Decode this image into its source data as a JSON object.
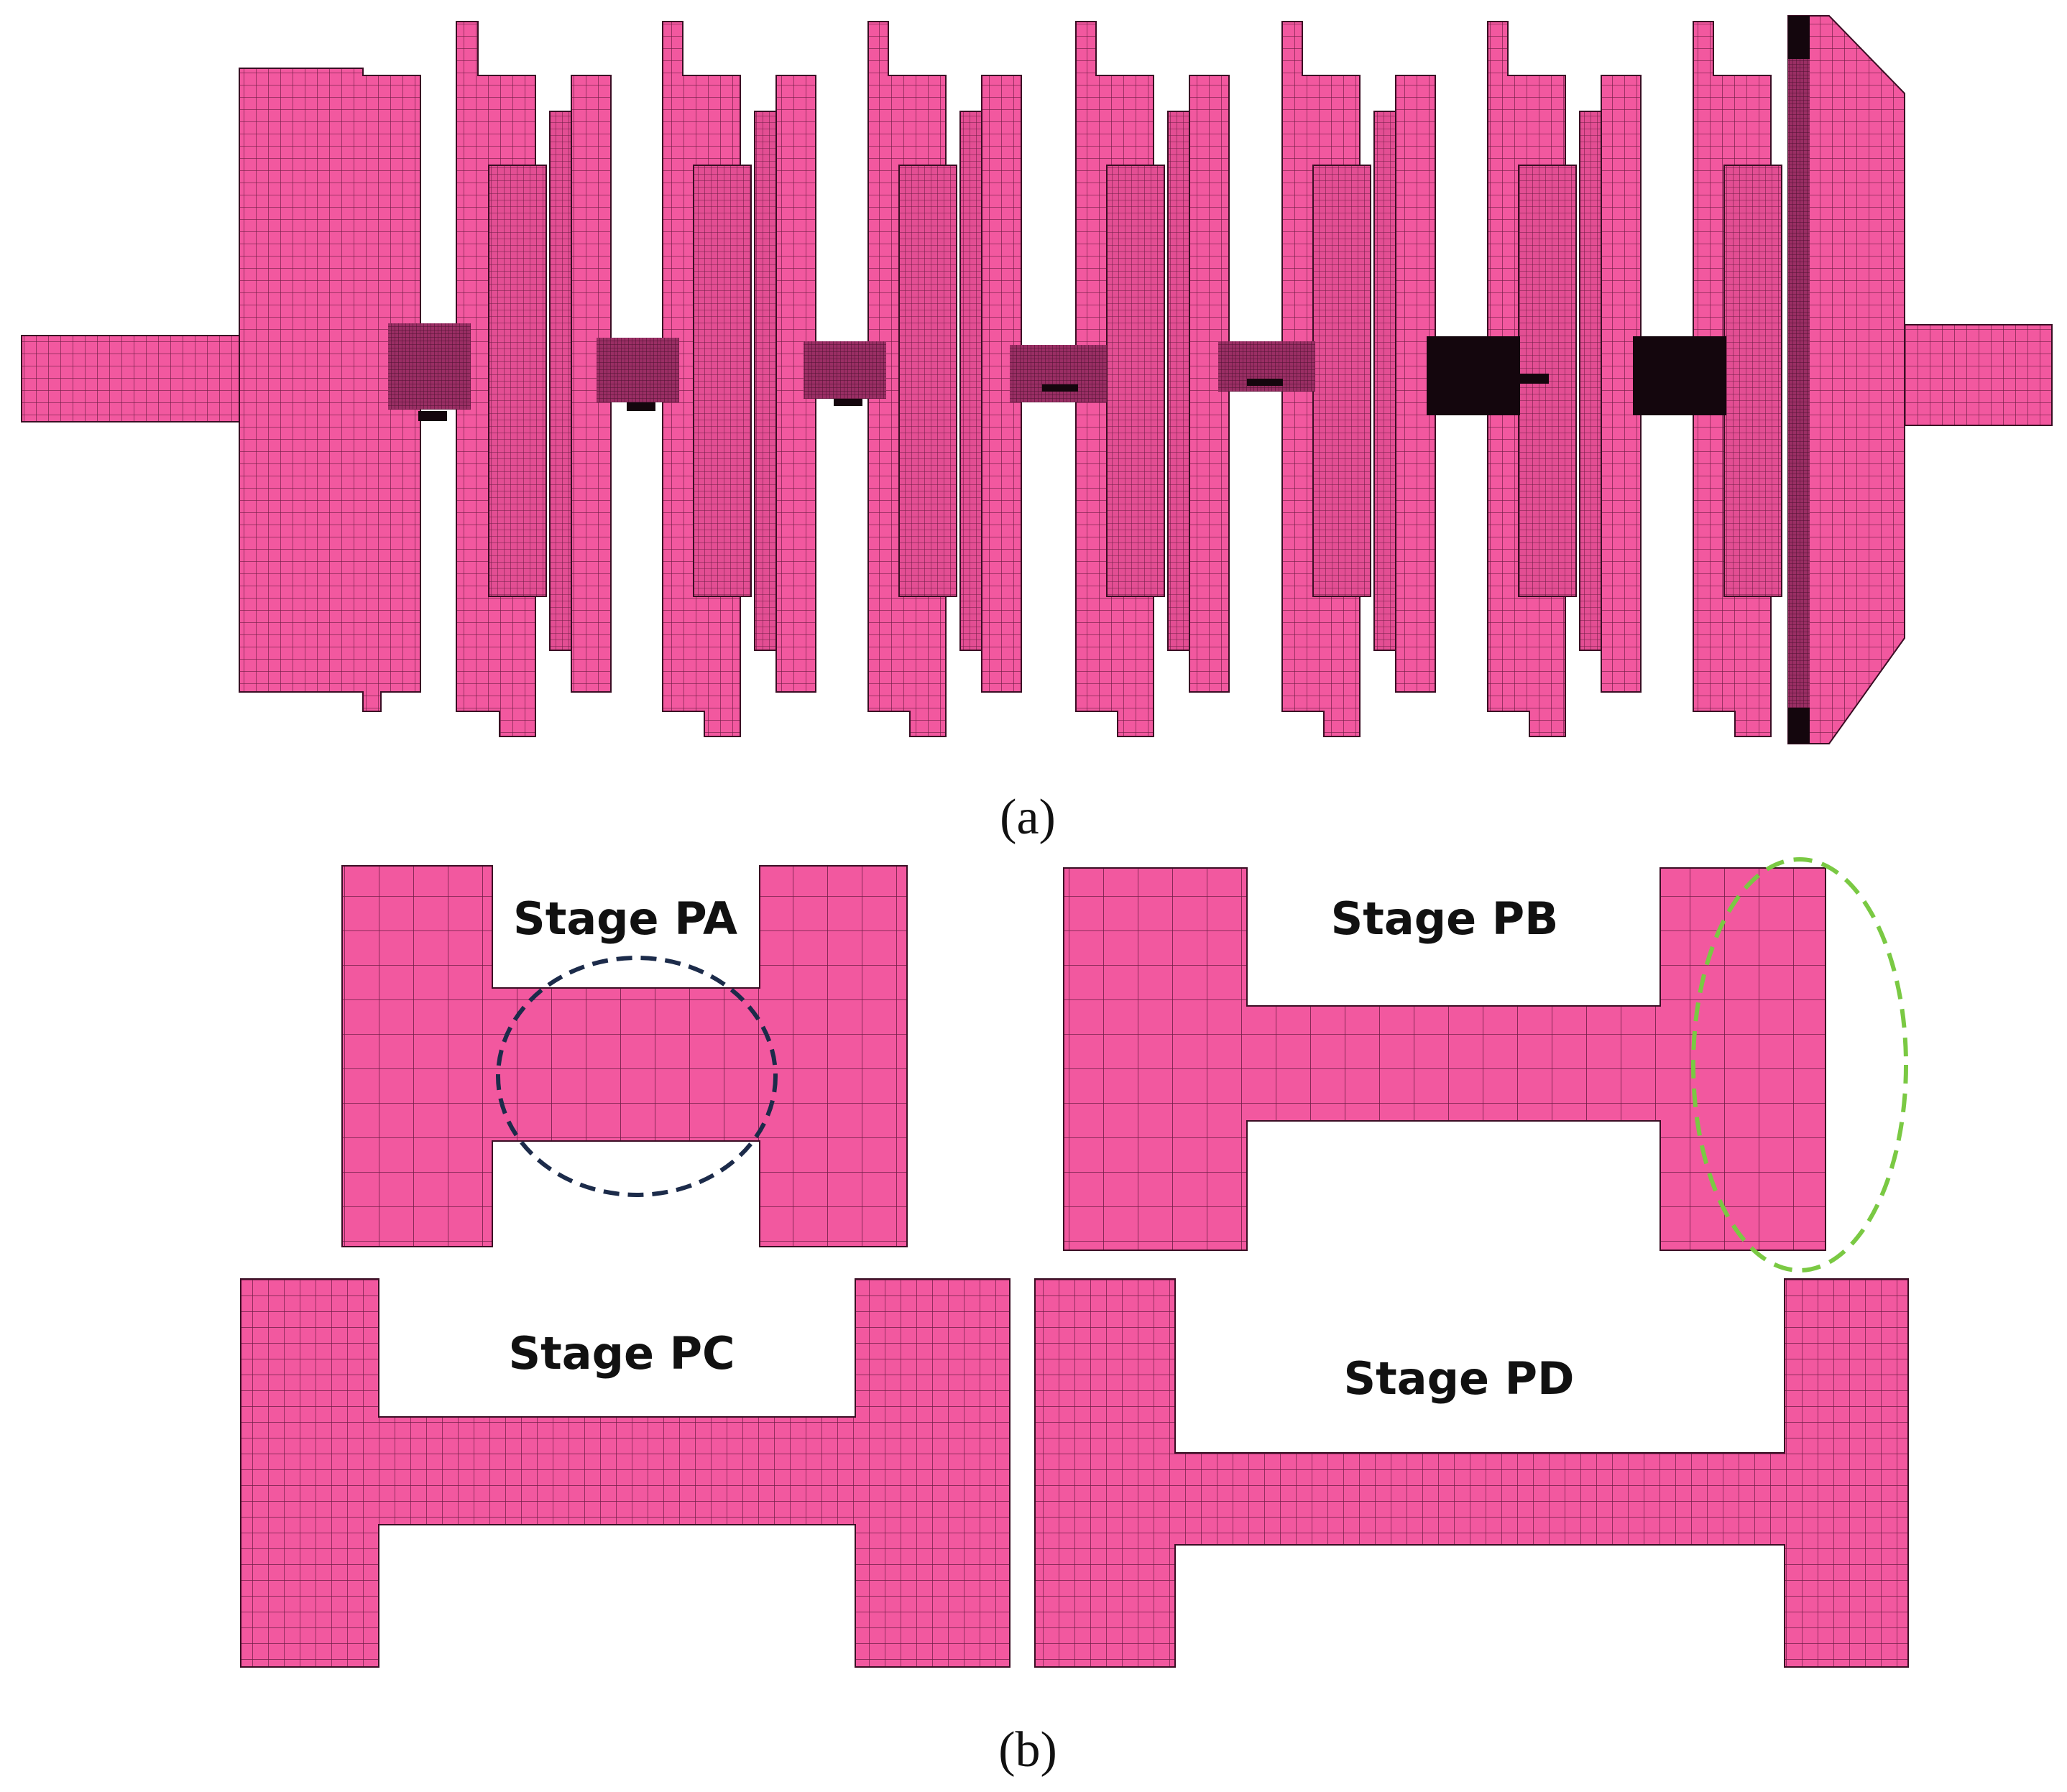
{
  "figure": {
    "caption_a": "(a)",
    "caption_b": "(b)",
    "panels": [
      {
        "id": "pa",
        "label": "Stage PA"
      },
      {
        "id": "pb",
        "label": "Stage PB"
      },
      {
        "id": "pc",
        "label": "Stage PC"
      },
      {
        "id": "pd",
        "label": "Stage PD"
      }
    ]
  },
  "colors": {
    "mesh_fill": "#f2589f",
    "mesh_line": "#6e1d45",
    "dense_mesh": "#9a2e64",
    "seal": "#14060d",
    "highlight_dark": "#1c2b4a",
    "highlight_green": "#7ac943"
  }
}
